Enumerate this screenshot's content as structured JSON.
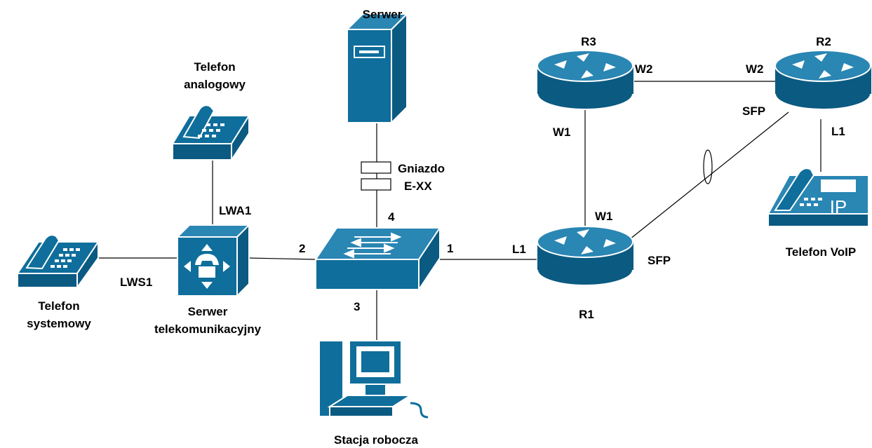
{
  "colors": {
    "device": "#0f6e9b",
    "device_dark": "#0b5a82",
    "line": "#000000"
  },
  "devices": {
    "server": {
      "icon": "server-tower-icon",
      "label": "Serwer"
    },
    "analog_phone": {
      "icon": "analog-phone-icon",
      "label_line1": "Telefon",
      "label_line2": "analogowy"
    },
    "system_phone": {
      "icon": "system-phone-icon",
      "label_line1": "Telefon",
      "label_line2": "systemowy"
    },
    "telecom_server": {
      "icon": "pbx-icon",
      "label_line1": "Serwer",
      "label_line2": "telekomunikacyjny"
    },
    "switch": {
      "icon": "switch-icon"
    },
    "workstation": {
      "icon": "workstation-icon",
      "label": "Stacja robocza"
    },
    "socket": {
      "icon": "socket-icon",
      "label_line1": "Gniazdo",
      "label_line2": "E-XX"
    },
    "r1": {
      "icon": "router-icon",
      "label": "R1"
    },
    "r2": {
      "icon": "router-icon",
      "label": "R2"
    },
    "r3": {
      "icon": "router-icon",
      "label": "R3"
    },
    "voip_phone": {
      "icon": "ip-phone-icon",
      "label": "Telefon VoIP",
      "badge": "IP"
    }
  },
  "ports": {
    "lwa1": "LWA1",
    "lws1": "LWS1",
    "switch_p1": "1",
    "switch_p2": "2",
    "switch_p3": "3",
    "switch_p4": "4",
    "r1_l1": "L1",
    "r1_w1": "W1",
    "r1_sfp": "SFP",
    "r3_w1": "W1",
    "r3_w2": "W2",
    "r2_w2": "W2",
    "r2_sfp": "SFP",
    "r2_l1": "L1"
  }
}
